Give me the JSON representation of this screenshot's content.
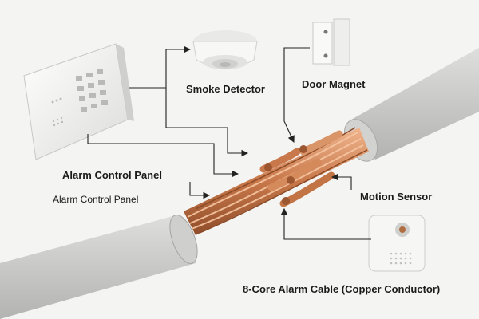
{
  "labels": {
    "smoke_detector": "Smoke Detector",
    "door_magnet": "Door Magnet",
    "alarm_control_panel_bold": "Alarm Control Panel",
    "alarm_control_panel_plain": "Alarm Control Panel",
    "motion_sensor": "Motion Sensor",
    "cable": "8-Core Alarm Cable (Copper Conductor)"
  },
  "colors": {
    "copper": "#c8784a",
    "copper_light": "#eab08a",
    "jacket": "#c9c9c7",
    "arrow": "#222222",
    "background": "#f4f4f3"
  },
  "icons": [
    "alarm-panel-icon",
    "smoke-detector-icon",
    "door-magnet-icon",
    "motion-sensor-icon",
    "alarm-cable-icon"
  ]
}
